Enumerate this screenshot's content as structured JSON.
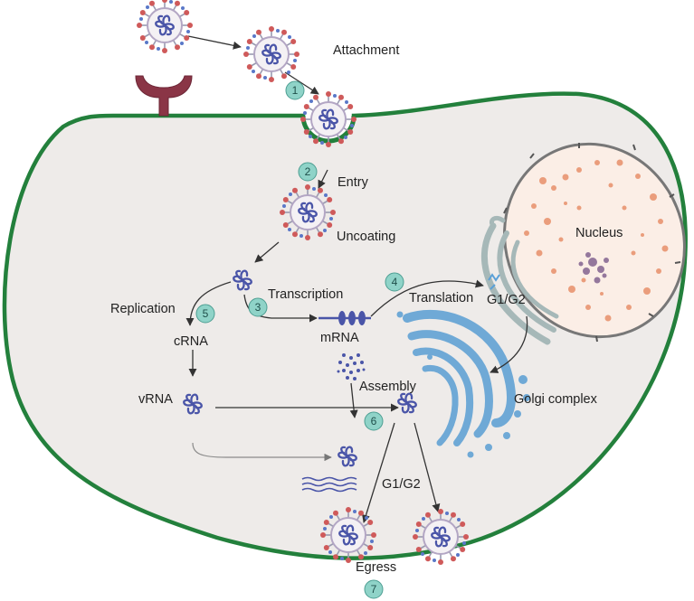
{
  "diagram": {
    "labels": {
      "attachment": "Attachment",
      "entry": "Entry",
      "uncoating": "Uncoating",
      "replication": "Replication",
      "transcription": "Transcription",
      "translation": "Translation",
      "g1g2_upper": "G1/G2",
      "mrna": "mRNA",
      "crna": "cRNA",
      "vrna": "vRNA",
      "assembly": "Assembly",
      "golgi": "Golgi complex",
      "nucleus": "Nucleus",
      "g1g2_lower": "G1/G2",
      "egress": "Egress"
    },
    "steps": [
      {
        "id": "attachment",
        "number": "1"
      },
      {
        "id": "entry",
        "number": "2"
      },
      {
        "id": "transcription",
        "number": "3"
      },
      {
        "id": "translation",
        "number": "4"
      },
      {
        "id": "replication",
        "number": "5"
      },
      {
        "id": "assembly",
        "number": "6"
      },
      {
        "id": "egress",
        "number": "7"
      }
    ],
    "colors": {
      "membrane": "#23803c",
      "cytoplasm": "#eeebe9",
      "step_badge": "#8fd3c8",
      "virus_spike": "#cf5a5a",
      "virus_core": "#4a55a8",
      "golgi": "#6fa9d6",
      "nucleus_fill": "#fbeee6",
      "nucleus_dots": "#e8906a",
      "er": "#a6b8b8",
      "receptor": "#8a3546"
    }
  }
}
